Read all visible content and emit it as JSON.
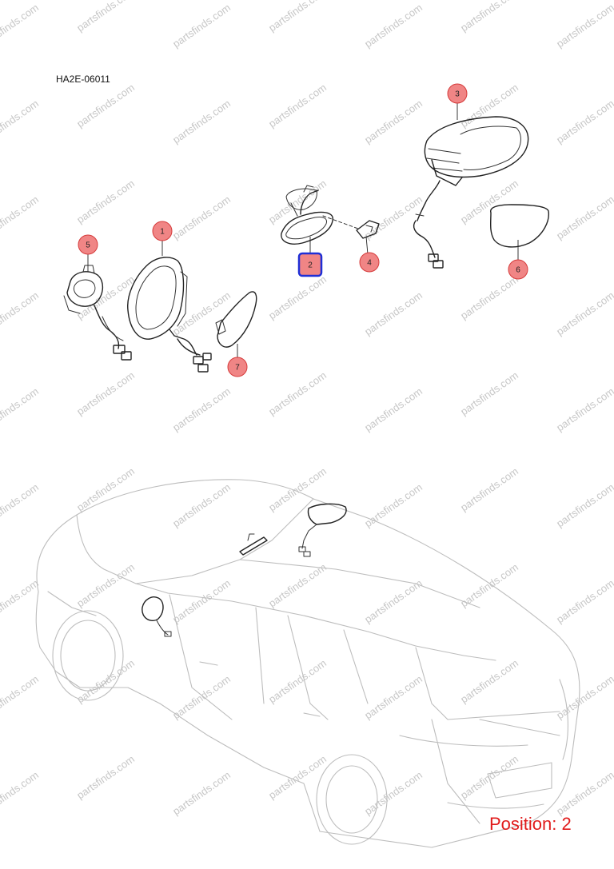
{
  "diagram": {
    "code": "HA2E-06011",
    "position_label": "Position: 2",
    "watermark_text": "partsfinds.com",
    "colors": {
      "callout_fill": "#f08585",
      "callout_stroke": "#d63b3b",
      "selected_fill": "#f08585",
      "selected_stroke": "#1f2fd6",
      "position_text": "#e11b1b",
      "watermark": "#c7c7c7"
    },
    "callouts": [
      {
        "id": "1",
        "label": "1",
        "selected": false
      },
      {
        "id": "2",
        "label": "2",
        "selected": true
      },
      {
        "id": "3",
        "label": "3",
        "selected": false
      },
      {
        "id": "4",
        "label": "4",
        "selected": false
      },
      {
        "id": "5",
        "label": "5",
        "selected": false
      },
      {
        "id": "6",
        "label": "6",
        "selected": false
      },
      {
        "id": "7",
        "label": "7",
        "selected": false
      }
    ]
  }
}
